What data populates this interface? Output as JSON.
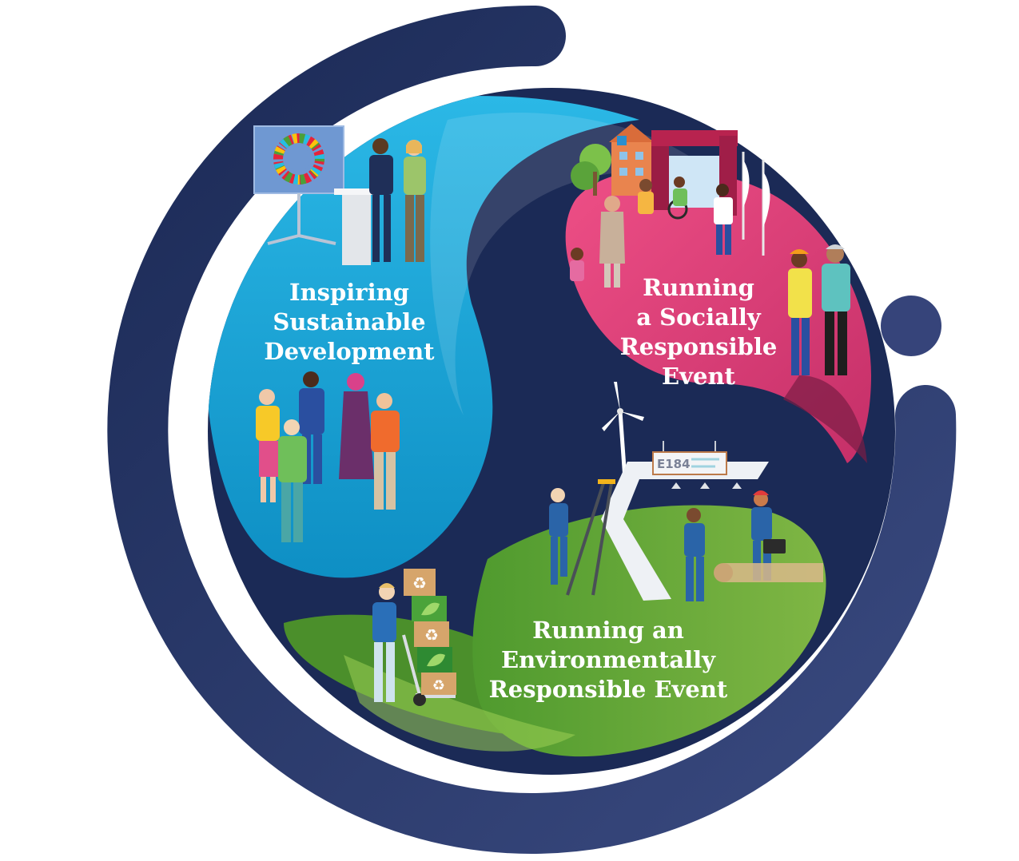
{
  "sections": {
    "inspiring": {
      "line1": "Inspiring",
      "line2": "Sustainable",
      "line3": "Development"
    },
    "social": {
      "line1": "Running",
      "line2": "a Socially",
      "line3": "Responsible",
      "line4": "Event"
    },
    "environmental": {
      "line1": "Running an",
      "line2": "Environmentally",
      "line3": "Responsible Event"
    }
  },
  "sign": {
    "code": "E184"
  },
  "colors": {
    "navy": "#1b2a56",
    "ring_end": "#36447a",
    "blue": "#1aa3d3",
    "pink": "#e2457d",
    "green": "#6aa53a"
  },
  "icons": [
    "sdg-wheel-icon",
    "wind-turbine-icon",
    "recycle-icon",
    "leaf-icon"
  ]
}
